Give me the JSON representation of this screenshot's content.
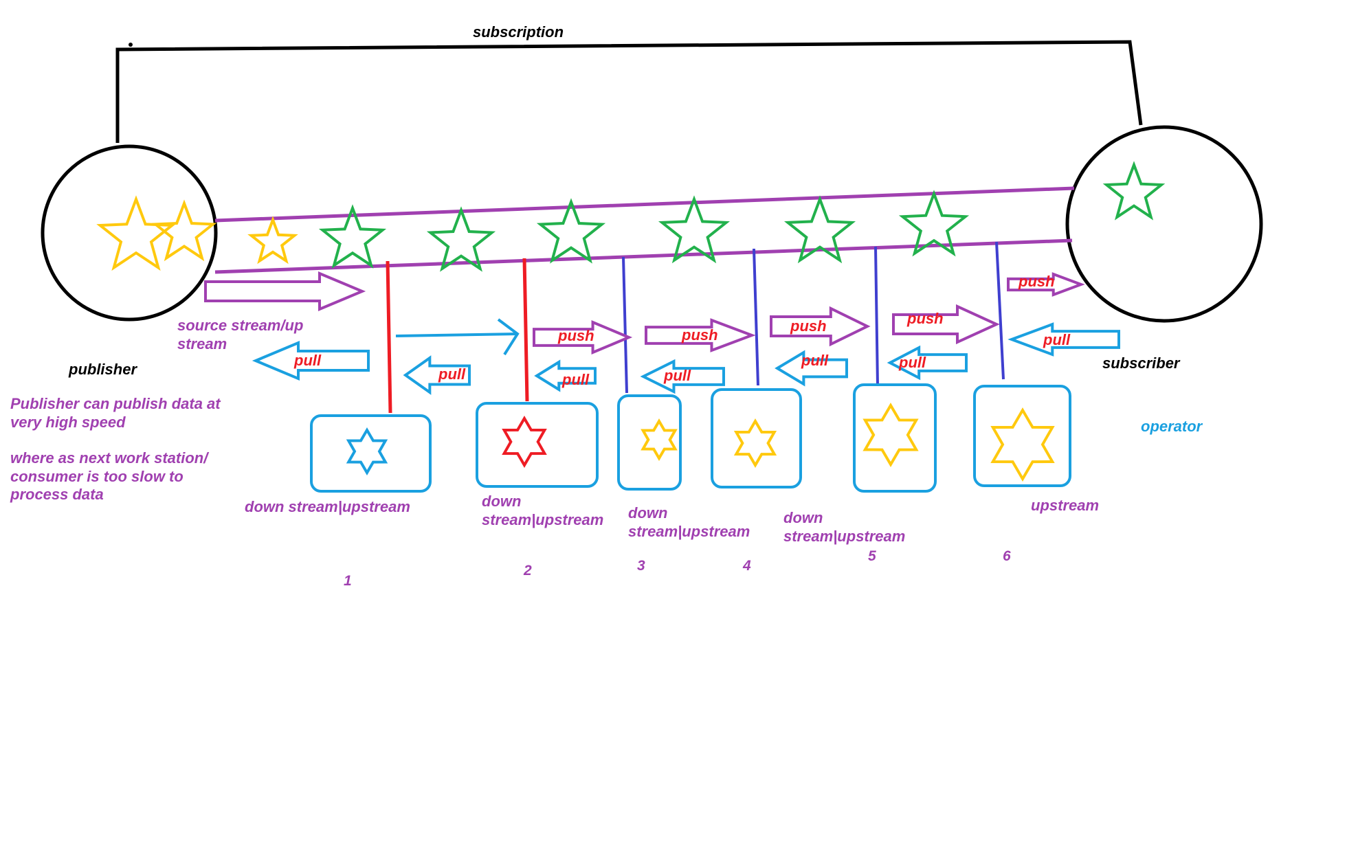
{
  "colors": {
    "black": "#000000",
    "purple": "#a040b0",
    "blue": "#1aa0e0",
    "red": "#ee1c24",
    "indigo": "#3f3fcf",
    "yellow": "#ffc90e",
    "green": "#22b14c"
  },
  "labels": {
    "subscription": "subscription",
    "publisher": "publisher",
    "subscriber": "subscriber",
    "operator": "operator",
    "source_stream_1": "source stream/up",
    "source_stream_2": "stream",
    "note_line1": "Publisher can publish data at",
    "note_line2": "very high speed",
    "note_line3": "where as  next work station/",
    "note_line4": "consumer is too slow to",
    "note_line5": "process data",
    "push": "push",
    "pull": "pull"
  },
  "operators": [
    {
      "number": "1",
      "line1": "down stream|upstream",
      "line2": ""
    },
    {
      "number": "2",
      "line1": "down",
      "line2": "stream|upstream"
    },
    {
      "number": "3",
      "line1": "down",
      "line2": "stream|upstream"
    },
    {
      "number": "4",
      "line1": "",
      "line2": ""
    },
    {
      "number": "5",
      "line1": "down",
      "line2": "stream|upstream"
    },
    {
      "number": "6",
      "line1": "upstream",
      "line2": ""
    }
  ]
}
